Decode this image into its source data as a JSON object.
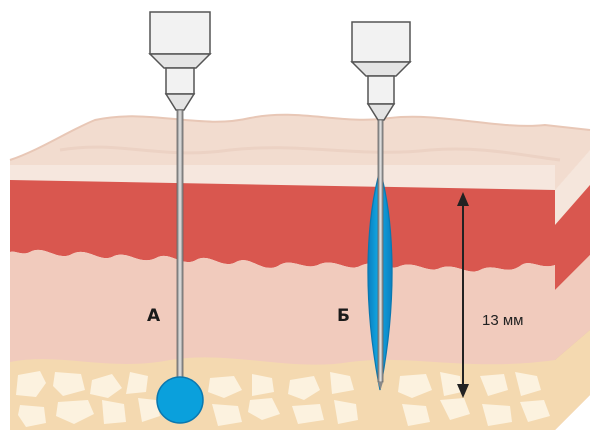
{
  "labels": {
    "needle_a": "А",
    "needle_b": "Б",
    "depth": "13 мм"
  },
  "colors": {
    "epidermis_top": "#f2dccf",
    "dermis_red": "#d9574f",
    "dermis_light": "#f1cbbd",
    "fat_bg": "#f4d9b0",
    "fat_globule": "#fcf2df",
    "injection_blue": "#0aa0dc",
    "needle_hub": "#f2f2f2",
    "needle_shaft": "#a9a9a9"
  },
  "icons": {
    "syringe": "needle-hub-icon",
    "depth_arrow": "double-arrow-icon"
  }
}
